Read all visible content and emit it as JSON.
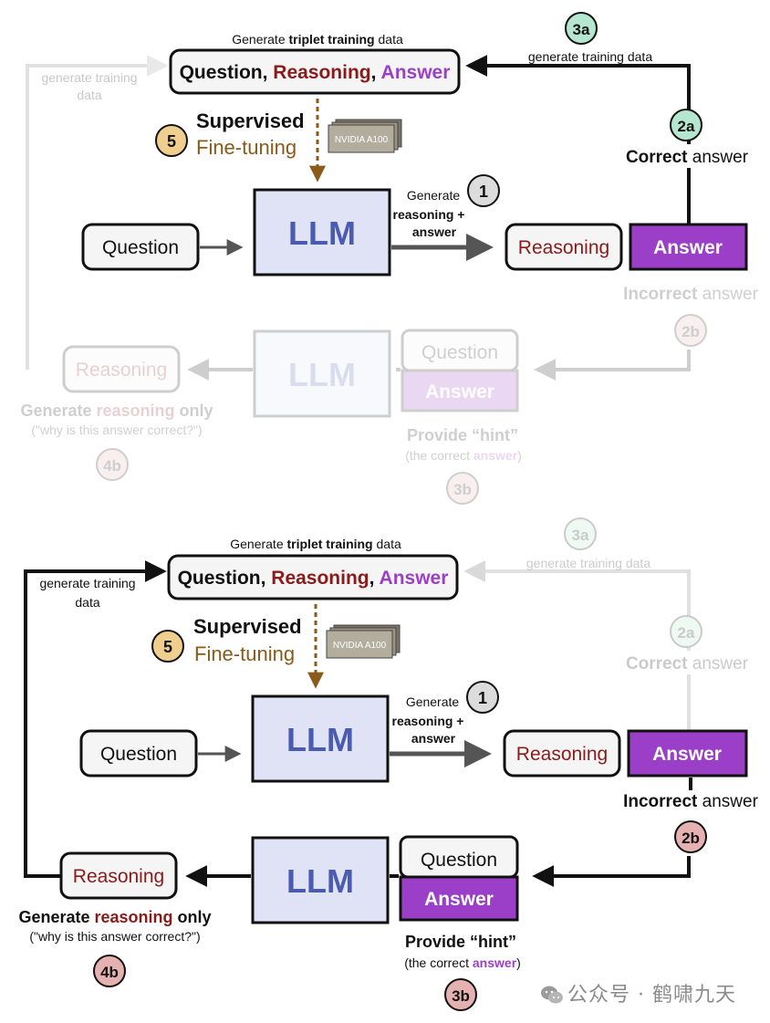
{
  "colors": {
    "reasoning_red": "#8b1a1a",
    "answer_purple": "#9b3fc8",
    "llm_fill": "#dfe3f5",
    "llm_text": "#4a5bb0",
    "finetune_brown": "#8a5a1a",
    "badge_1": "#dcdcdc",
    "badge_2a_3a": "#b5e6cf",
    "badge_2b_3b_4b": "#e6b1b1",
    "badge_5": "#f0cf8e"
  },
  "top_panel": {
    "gen_triplet_prefix": "Generate ",
    "gen_triplet_bold": "triplet training",
    "gen_triplet_suffix": " data",
    "triplet_question": "Question",
    "triplet_comma1": ", ",
    "triplet_reasoning": "Reasoning",
    "triplet_comma2": ", ",
    "triplet_answer": "Answer",
    "gen_training_line1": "generate training",
    "gen_training_line2": "data",
    "badge_3a": "3a",
    "gen_training_right": "generate training data",
    "badge_5": "5",
    "supervised": "Supervised",
    "fine_tuning": "Fine-tuning",
    "gpu_label": "NVIDIA A100",
    "badge_2a": "2a",
    "correct_bold": "Correct",
    "correct_rest": " answer",
    "question": "Question",
    "llm": "LLM",
    "generate_line1": "Generate",
    "generate_line2": "reasoning +",
    "generate_line3": "answer",
    "badge_1": "1",
    "reasoning": "Reasoning",
    "answer": "Answer",
    "incorrect_bold": "Incorrect",
    "incorrect_rest": " answer",
    "badge_2b": "2b",
    "reasoning_out": "Reasoning",
    "llm2": "LLM",
    "hint_question": "Question",
    "hint_answer": "Answer",
    "gen_reasoning_prefix": "Generate ",
    "gen_reasoning_colored": "reasoning",
    "gen_reasoning_suffix": " only",
    "why_text": "(\"why is this answer correct?\")",
    "provide_hint": "Provide “hint”",
    "correct_answer_prefix": "(the correct ",
    "correct_answer_colored": "answer",
    "correct_answer_suffix": ")",
    "badge_3b": "3b",
    "badge_4b": "4b"
  },
  "bottom_panel": {
    "gen_triplet_prefix": "Generate ",
    "gen_triplet_bold": "triplet training",
    "gen_triplet_suffix": " data",
    "triplet_question": "Question",
    "triplet_comma1": ", ",
    "triplet_reasoning": "Reasoning",
    "triplet_comma2": ", ",
    "triplet_answer": "Answer",
    "gen_training_line1": "generate training",
    "gen_training_line2": "data",
    "badge_3a": "3a",
    "gen_training_right": "generate training data",
    "badge_5": "5",
    "supervised": "Supervised",
    "fine_tuning": "Fine-tuning",
    "gpu_label": "NVIDIA A100",
    "badge_2a": "2a",
    "correct_bold": "Correct",
    "correct_rest": " answer",
    "question": "Question",
    "llm": "LLM",
    "generate_line1": "Generate",
    "generate_line2": "reasoning +",
    "generate_line3": "answer",
    "badge_1": "1",
    "reasoning": "Reasoning",
    "answer": "Answer",
    "incorrect_bold": "Incorrect",
    "incorrect_rest": " answer",
    "badge_2b": "2b",
    "reasoning_out": "Reasoning",
    "llm2": "LLM",
    "hint_question": "Question",
    "hint_answer": "Answer",
    "gen_reasoning_prefix": "Generate ",
    "gen_reasoning_colored": "reasoning",
    "gen_reasoning_suffix": " only",
    "why_text": "(\"why is this answer correct?\")",
    "provide_hint": "Provide “hint”",
    "correct_answer_prefix": "(the correct ",
    "correct_answer_colored": "answer",
    "correct_answer_suffix": ")",
    "badge_3b": "3b",
    "badge_4b": "4b"
  },
  "watermark": {
    "text": "公众号 · 鹤啸九天",
    "icon": "wechat-icon"
  }
}
